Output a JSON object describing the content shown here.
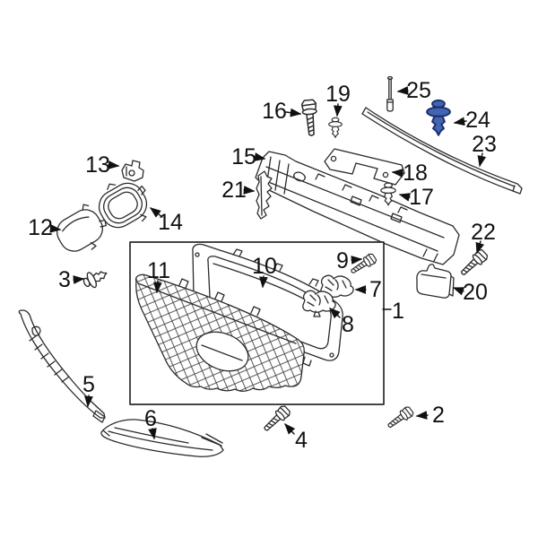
{
  "diagram": {
    "name": "front-grille-exploded-parts-diagram",
    "highlighted_part_number": "24"
  },
  "colors": {
    "background": "#ffffff",
    "line": "#2b2b2b",
    "label": "#111111",
    "box_stroke": "#2b2b2b",
    "highlight_fill": "#4265b0",
    "highlight_stroke": "#1d2d6f"
  },
  "callouts": {
    "c1": {
      "label": "1"
    },
    "c2": {
      "label": "2"
    },
    "c3": {
      "label": "3"
    },
    "c4": {
      "label": "4"
    },
    "c5": {
      "label": "5"
    },
    "c6": {
      "label": "6"
    },
    "c7": {
      "label": "7"
    },
    "c8": {
      "label": "8"
    },
    "c9": {
      "label": "9"
    },
    "c10": {
      "label": "10"
    },
    "c11": {
      "label": "11"
    },
    "c12": {
      "label": "12"
    },
    "c13": {
      "label": "13"
    },
    "c14": {
      "label": "14"
    },
    "c15": {
      "label": "15"
    },
    "c16": {
      "label": "16"
    },
    "c17": {
      "label": "17"
    },
    "c18": {
      "label": "18"
    },
    "c19": {
      "label": "19"
    },
    "c20": {
      "label": "20"
    },
    "c21": {
      "label": "21"
    },
    "c22": {
      "label": "22"
    },
    "c23": {
      "label": "23"
    },
    "c24": {
      "label": "24"
    },
    "c25": {
      "label": "25"
    }
  },
  "parts": [
    {
      "number": "1",
      "name": "grille-assembly"
    },
    {
      "number": "2",
      "name": "bolt"
    },
    {
      "number": "3",
      "name": "push-pin-clip"
    },
    {
      "number": "4",
      "name": "bolt"
    },
    {
      "number": "5",
      "name": "corner-molding-strip"
    },
    {
      "number": "6",
      "name": "lower-molding-strip"
    },
    {
      "number": "7",
      "name": "mounting-bracket"
    },
    {
      "number": "8",
      "name": "mounting-bracket"
    },
    {
      "number": "9",
      "name": "bolt"
    },
    {
      "number": "10",
      "name": "grille-surround"
    },
    {
      "number": "11",
      "name": "grille-mesh-insert"
    },
    {
      "number": "12",
      "name": "oval-cover"
    },
    {
      "number": "13",
      "name": "clip-bracket"
    },
    {
      "number": "14",
      "name": "bezel-ring"
    },
    {
      "number": "15",
      "name": "sight-shield-panel"
    },
    {
      "number": "16",
      "name": "flange-bolt"
    },
    {
      "number": "17",
      "name": "push-pin-clip"
    },
    {
      "number": "18",
      "name": "mounting-plate"
    },
    {
      "number": "19",
      "name": "push-pin-clip"
    },
    {
      "number": "20",
      "name": "bracket-plate"
    },
    {
      "number": "21",
      "name": "side-bracket"
    },
    {
      "number": "22",
      "name": "bolt"
    },
    {
      "number": "23",
      "name": "upper-trim-strip"
    },
    {
      "number": "24",
      "name": "push-pin-retainer"
    },
    {
      "number": "25",
      "name": "stud-pin"
    }
  ]
}
